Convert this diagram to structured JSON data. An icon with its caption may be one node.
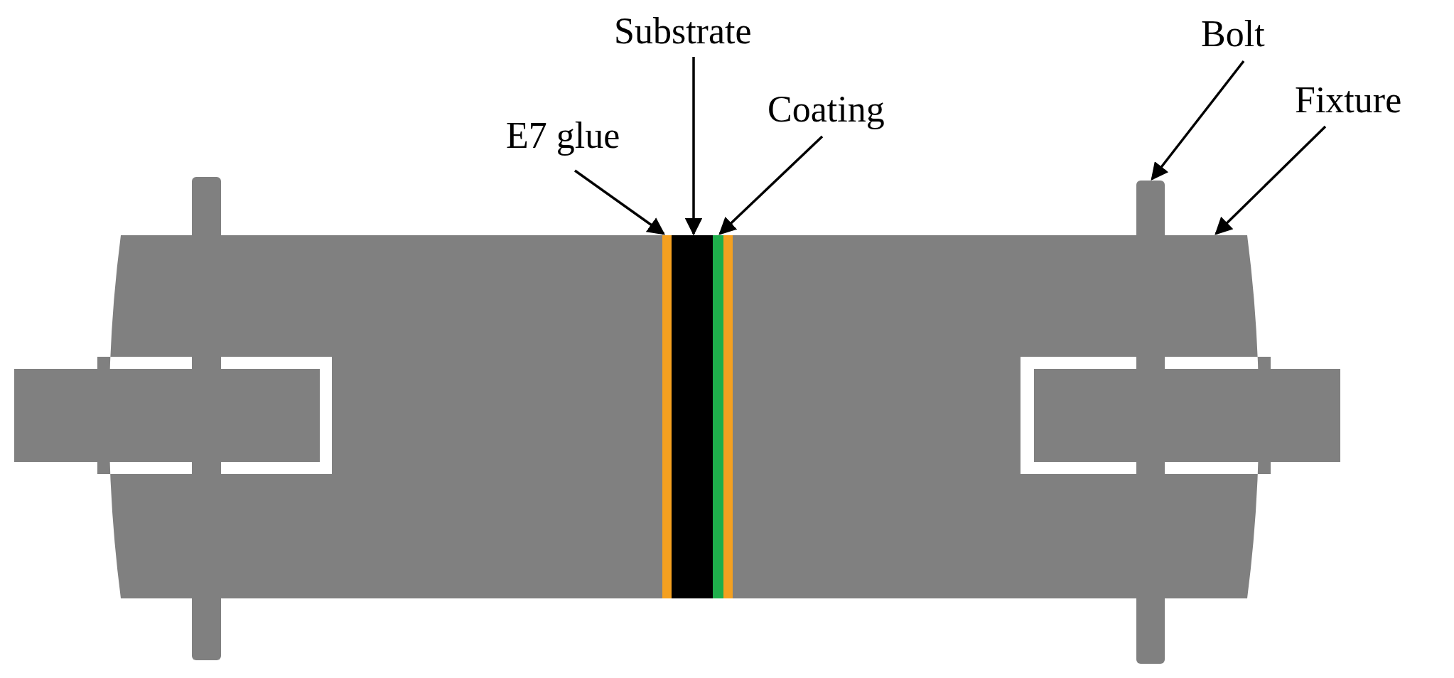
{
  "diagram": {
    "nodes": [
      {
        "text": [
          "E7 glue"
        ]
      },
      {
        "text": [
          "Substrate"
        ]
      },
      {
        "text": [
          "Coating"
        ]
      },
      {
        "text": [
          "Bolt"
        ]
      },
      {
        "text": [
          "Fixture"
        ]
      },
      {
        "text": [],
        "shape": "bar",
        "in": 9
      },
      {
        "text": [],
        "shape": "bar",
        "in": 9
      },
      {
        "text": [],
        "shape": "bar",
        "in": 9
      },
      {
        "text": [],
        "shape": "bar"
      },
      {
        "text": [],
        "shape": "box"
      },
      {
        "text": [],
        "shape": "bar"
      },
      {
        "text": [],
        "shape": "bar"
      },
      {
        "text": [],
        "shape": "bar"
      }
    ],
    "edges": [
      {
        "from": 0,
        "to": 5,
        "arrow": "to"
      },
      {
        "from": 1,
        "to": 6,
        "arrow": "to"
      },
      {
        "from": 2,
        "to": 7,
        "arrow": "to"
      },
      {
        "from": 3,
        "to": 8,
        "arrow": "to"
      },
      {
        "from": 4,
        "to": 9,
        "arrow": "to"
      }
    ]
  }
}
